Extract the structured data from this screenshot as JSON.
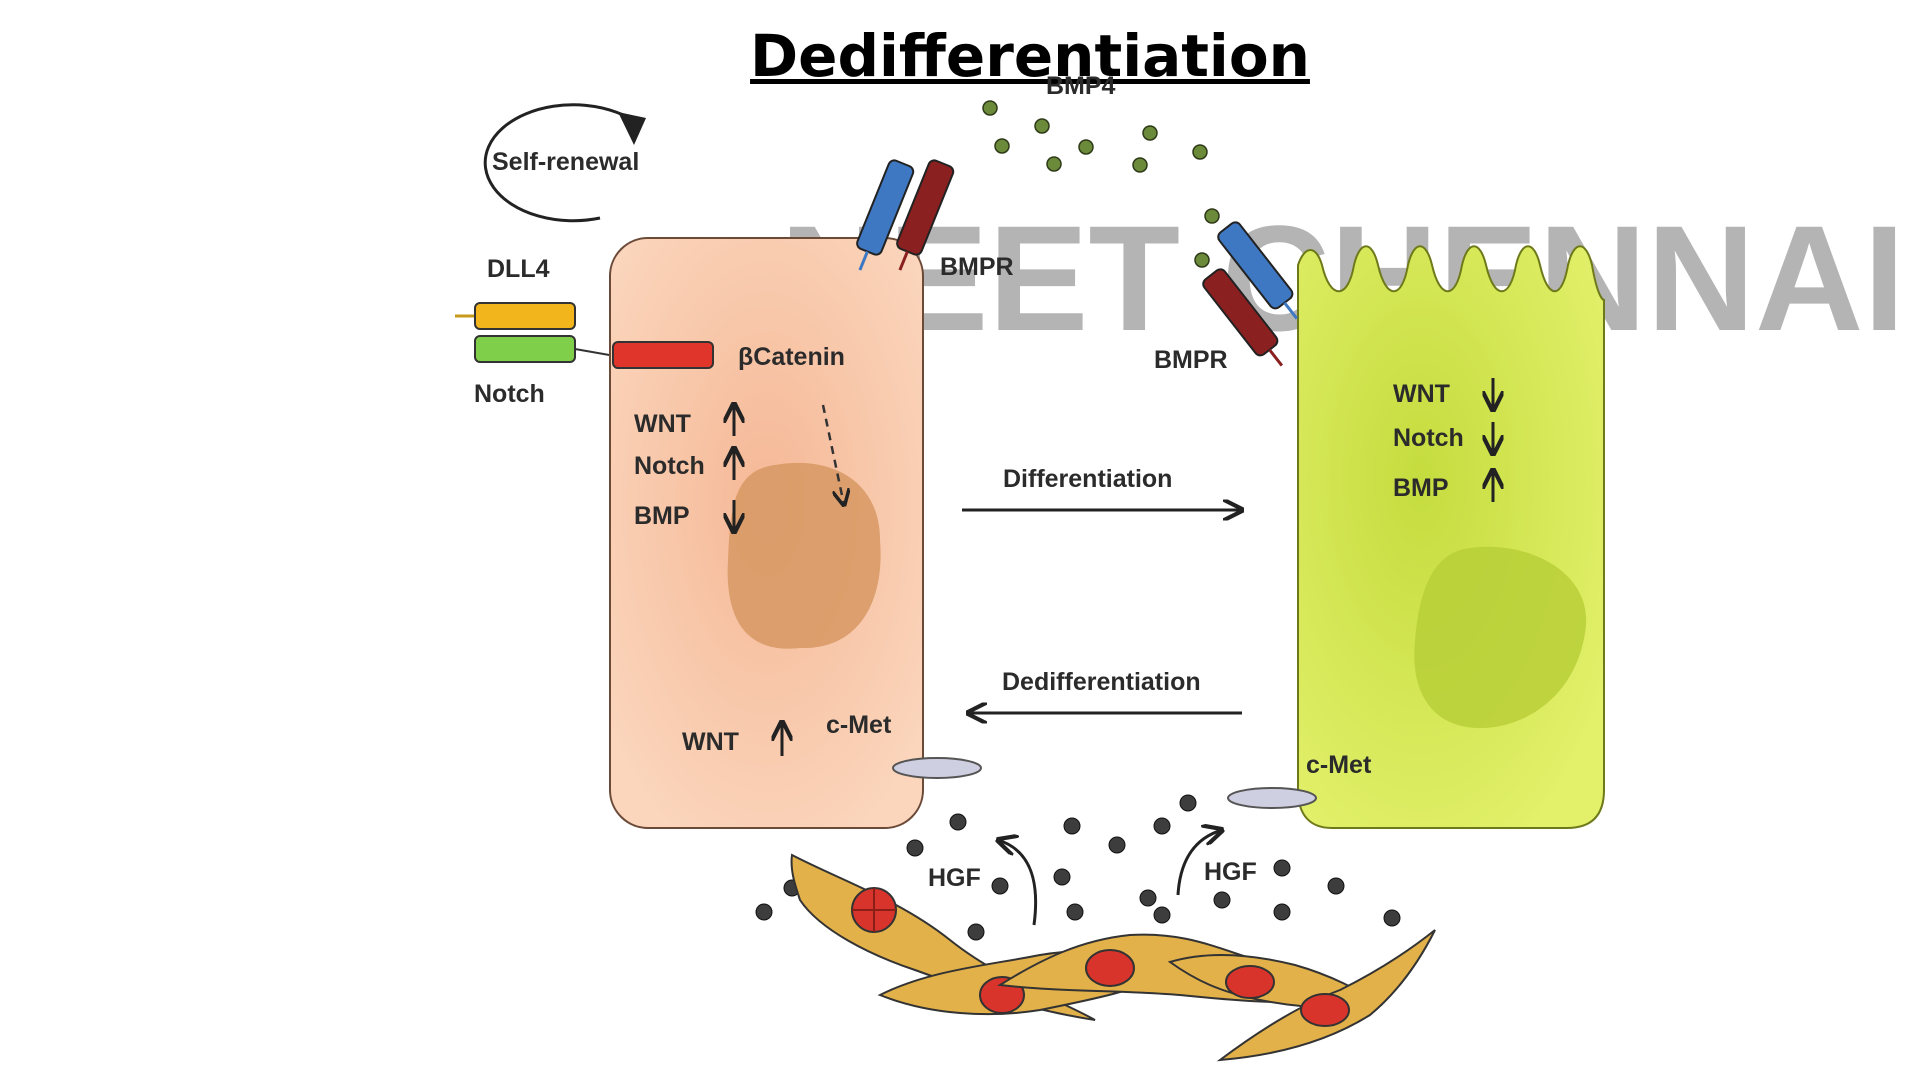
{
  "title": "Dedifferentiation",
  "watermark": "NEET CHENNAI",
  "labels": {
    "self_renewal": "Self-renewal",
    "dll4": "DLL4",
    "notch_ligand": "Notch",
    "beta_catenin": "βCatenin",
    "bmpr_left": "BMPR",
    "bmpr_right": "BMPR",
    "bmp4": "BMP4",
    "differentiation": "Differentiation",
    "dedifferentiation": "Dedifferentiation",
    "cmet_left": "c-Met",
    "cmet_right": "c-Met",
    "hgf_left": "HGF",
    "hgf_right": "HGF"
  },
  "stem_cell_signals": [
    {
      "name": "WNT",
      "direction": "up"
    },
    {
      "name": "Notch",
      "direction": "up"
    },
    {
      "name": "BMP",
      "direction": "down"
    }
  ],
  "stem_cell_bottom_signal": {
    "name": "WNT",
    "direction": "up"
  },
  "differentiated_cell_signals": [
    {
      "name": "WNT",
      "direction": "down"
    },
    {
      "name": "Notch",
      "direction": "down"
    },
    {
      "name": "BMP",
      "direction": "up"
    }
  ],
  "colors": {
    "stem_cell": "#f9cdb0",
    "stem_nucleus": "#d99a68",
    "diff_cell": "#d8ea5a",
    "diff_nucleus": "#b7cf3a",
    "receptor_blue": "#3f78c2",
    "receptor_red": "#8a2020",
    "bmp_dot": "#6b8a3a",
    "hgf_dot": "#3d3d3d",
    "fibroblast": "#e3b14a",
    "fibroblast_nucleus": "#d9342b"
  }
}
